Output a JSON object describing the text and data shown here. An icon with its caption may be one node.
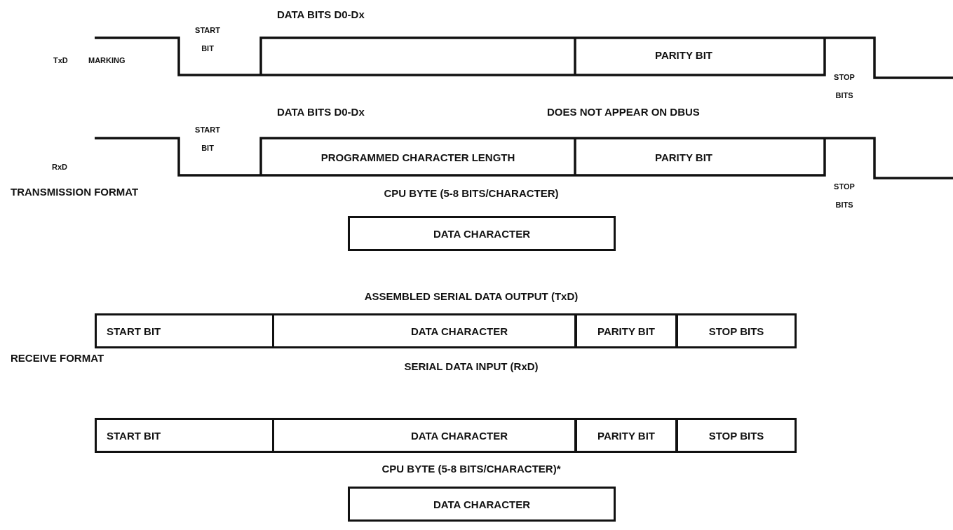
{
  "diagram": {
    "nodes": [
      {
        "text": [
          "DATA CHARACTER"
        ]
      },
      {
        "text": [
          "START BIT"
        ]
      },
      {
        "text": [
          "DATA CHARACTER"
        ]
      },
      {
        "text": [
          "PARITY BIT"
        ]
      },
      {
        "text": [
          "STOP BITS"
        ]
      },
      {
        "text": [
          "START BIT"
        ]
      },
      {
        "text": [
          "DATA CHARACTER"
        ]
      },
      {
        "text": [
          "PARITY BIT"
        ]
      },
      {
        "text": [
          "STOP BITS"
        ]
      },
      {
        "text": [
          "DATA CHARACTER"
        ]
      }
    ],
    "labels": [
      "DATA BITS D0-Dx",
      "START BIT",
      "TxD",
      "MARKING",
      "PARITY BIT",
      "STOP BITS",
      "DATA BITS D0-Dx",
      "DOES NOT APPEAR ON DBUS",
      "START BIT",
      "RxD",
      "PROGRAMMED CHARACTER LENGTH",
      "PARITY BIT",
      "STOP BITS",
      "TRANSMISSION FORMAT",
      "CPU BYTE (5-8 BITS/CHARACTER)",
      "ASSEMBLED SERIAL DATA OUTPUT (TxD)",
      "RECEIVE FORMAT",
      "SERIAL DATA INPUT (RxD)",
      "CPU BYTE (5-8 BITS/CHARACTER)*"
    ]
  }
}
